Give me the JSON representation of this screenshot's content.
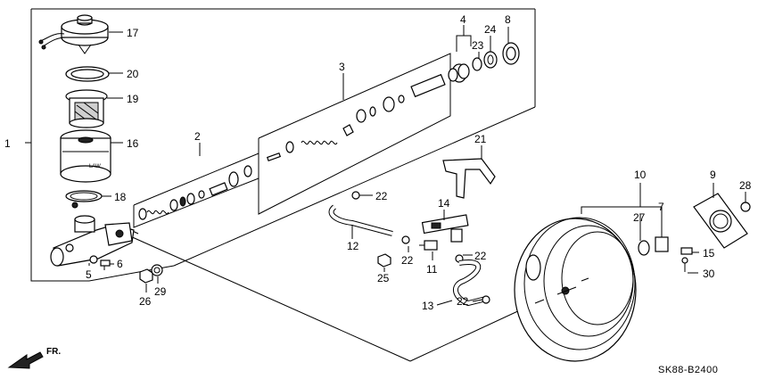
{
  "diagram": {
    "code": "SK88-B2400",
    "direction_label": "FR.",
    "callouts": [
      {
        "id": "c1",
        "text": "1"
      },
      {
        "id": "c2",
        "text": "2"
      },
      {
        "id": "c3",
        "text": "3"
      },
      {
        "id": "c4",
        "text": "4"
      },
      {
        "id": "c5",
        "text": "5"
      },
      {
        "id": "c6",
        "text": "6"
      },
      {
        "id": "c7",
        "text": "7"
      },
      {
        "id": "c8",
        "text": "8"
      },
      {
        "id": "c9",
        "text": "9"
      },
      {
        "id": "c10",
        "text": "10"
      },
      {
        "id": "c11",
        "text": "11"
      },
      {
        "id": "c12",
        "text": "12"
      },
      {
        "id": "c13",
        "text": "13"
      },
      {
        "id": "c14",
        "text": "14"
      },
      {
        "id": "c15",
        "text": "15"
      },
      {
        "id": "c16",
        "text": "16"
      },
      {
        "id": "c17",
        "text": "17"
      },
      {
        "id": "c18",
        "text": "18"
      },
      {
        "id": "c19",
        "text": "19"
      },
      {
        "id": "c20",
        "text": "20"
      },
      {
        "id": "c21",
        "text": "21"
      },
      {
        "id": "c22a",
        "text": "22"
      },
      {
        "id": "c22b",
        "text": "22"
      },
      {
        "id": "c22c",
        "text": "22"
      },
      {
        "id": "c22d",
        "text": "22"
      },
      {
        "id": "c23",
        "text": "23"
      },
      {
        "id": "c24",
        "text": "24"
      },
      {
        "id": "c25",
        "text": "25"
      },
      {
        "id": "c26",
        "text": "26"
      },
      {
        "id": "c27",
        "text": "27"
      },
      {
        "id": "c28",
        "text": "28"
      },
      {
        "id": "c29",
        "text": "29"
      },
      {
        "id": "c30",
        "text": "30"
      }
    ]
  }
}
